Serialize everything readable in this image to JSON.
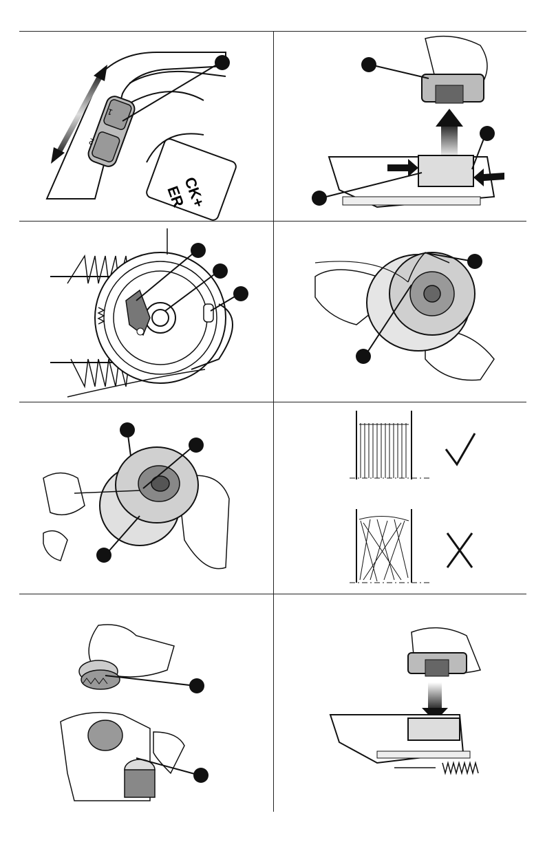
{
  "switch_labels": {
    "one": "1",
    "two": "2"
  },
  "brand_fragment_top": "CK+",
  "brand_fragment_bottom": "ER",
  "marks": {
    "correct": "check-mark",
    "incorrect": "x-mark"
  },
  "colors": {
    "line": "#111111",
    "callout": "#111111",
    "gray": "#8a8a8a",
    "light_gray": "#d9d9d9"
  }
}
